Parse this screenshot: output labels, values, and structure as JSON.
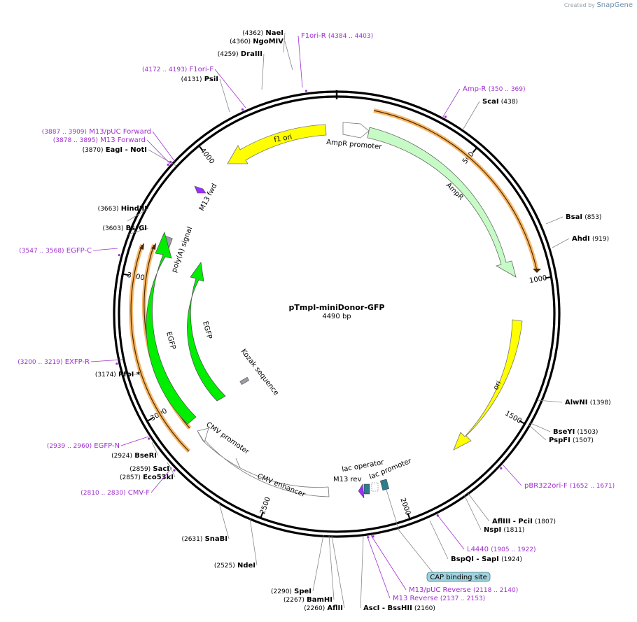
{
  "credit": {
    "prefix": "Created by",
    "brand": "SnapGene"
  },
  "plasmid": {
    "name": "pTmpI-miniDonor-GFP",
    "length_label": "4490 bp",
    "length": 4490
  },
  "colors": {
    "primer": "#a030d0",
    "site_text": "#000000",
    "feature_text": "#000000"
  },
  "ticks": [
    {
      "pos": 500,
      "label": "500"
    },
    {
      "pos": 1000,
      "label": "1000"
    },
    {
      "pos": 1500,
      "label": "1500"
    },
    {
      "pos": 2000,
      "label": "2000"
    },
    {
      "pos": 2500,
      "label": "2500"
    },
    {
      "pos": 3000,
      "label": "3000"
    },
    {
      "pos": 3500,
      "label": "3500"
    },
    {
      "pos": 4000,
      "label": "4000"
    }
  ],
  "sites": [
    {
      "id": "nael",
      "kind": "site",
      "pos": 4375,
      "name": "NaeI",
      "pos_label": "(4362)",
      "order": "pos-first"
    },
    {
      "id": "ngomiv",
      "kind": "site",
      "pos": 4372,
      "name": "NgoMIV",
      "pos_label": "(4360)",
      "order": "pos-first"
    },
    {
      "id": "draiii",
      "kind": "site",
      "pos": 4295,
      "name": "DraIII",
      "pos_label": "(4259)",
      "order": "pos-first"
    },
    {
      "id": "psii",
      "kind": "site",
      "pos": 4165,
      "name": "PsiI",
      "pos_label": "(4131)",
      "order": "pos-first"
    },
    {
      "id": "eagi",
      "kind": "site",
      "pos": 3895,
      "name": "EagI  - NotI",
      "pos_label": "(3870)",
      "order": "pos-first"
    },
    {
      "id": "hindiii",
      "kind": "site",
      "pos": 3690,
      "name": "HindIII",
      "pos_label": "(3663)",
      "order": "pos-first"
    },
    {
      "id": "bsrgi",
      "kind": "site",
      "pos": 3635,
      "name": "BsrGI",
      "pos_label": "(3603)",
      "order": "pos-first"
    },
    {
      "id": "pfoi",
      "kind": "site",
      "pos": 3180,
      "name": "PfoI *",
      "pos_label": "(3174)",
      "order": "pos-first"
    },
    {
      "id": "bseri",
      "kind": "site",
      "pos": 2935,
      "name": "BseRI",
      "pos_label": "(2924)",
      "order": "pos-first"
    },
    {
      "id": "saci",
      "kind": "site",
      "pos": 2865,
      "name": "SacI",
      "pos_label": "(2859)",
      "order": "pos-first"
    },
    {
      "id": "eco53ki",
      "kind": "site",
      "pos": 2860,
      "name": "Eco53kI",
      "pos_label": "(2857)",
      "order": "pos-first"
    },
    {
      "id": "snabi",
      "kind": "site",
      "pos": 2617,
      "name": "SnaBI",
      "pos_label": "(2631)",
      "order": "pos-first"
    },
    {
      "id": "ndei",
      "kind": "site",
      "pos": 2525,
      "name": "NdeI",
      "pos_label": "(2525)",
      "order": "pos-first"
    },
    {
      "id": "spei",
      "kind": "site",
      "pos": 2290,
      "name": "SpeI",
      "pos_label": "(2290)",
      "order": "pos-first"
    },
    {
      "id": "bamhi",
      "kind": "site",
      "pos": 2272,
      "name": "BamHI",
      "pos_label": "(2267)",
      "order": "pos-first"
    },
    {
      "id": "aflii",
      "kind": "site",
      "pos": 2255,
      "name": "AflII",
      "pos_label": "(2260)",
      "order": "pos-first"
    },
    {
      "id": "asci",
      "kind": "site",
      "pos": 2185,
      "name": "AscI  - BssHII",
      "pos_label": "(2160)",
      "order": "name-first"
    },
    {
      "id": "bspqi",
      "kind": "site",
      "pos": 1924,
      "name": "BspQI  - SapI",
      "pos_label": "(1924)",
      "order": "name-first"
    },
    {
      "id": "nspi",
      "kind": "site",
      "pos": 1811,
      "name": "NspI",
      "pos_label": "(1811)",
      "order": "name-first"
    },
    {
      "id": "afliii",
      "kind": "site",
      "pos": 1807,
      "name": "AflIII  - PciI",
      "pos_label": "(1807)",
      "order": "name-first"
    },
    {
      "id": "bseyi",
      "kind": "site",
      "pos": 1503,
      "name": "BseYI",
      "pos_label": "(1503)",
      "order": "name-first"
    },
    {
      "id": "pspfi",
      "kind": "site",
      "pos": 1507,
      "name": "PspFI",
      "pos_label": "(1507)",
      "order": "name-first"
    },
    {
      "id": "alwni",
      "kind": "site",
      "pos": 1398,
      "name": "AlwNI",
      "pos_label": "(1398)",
      "order": "name-first"
    },
    {
      "id": "ahdi",
      "kind": "site",
      "pos": 919,
      "name": "AhdI",
      "pos_label": "(919)",
      "order": "name-first"
    },
    {
      "id": "bsai",
      "kind": "site",
      "pos": 853,
      "name": "BsaI",
      "pos_label": "(853)",
      "order": "name-first"
    },
    {
      "id": "scai",
      "kind": "site",
      "pos": 438,
      "name": "ScaI",
      "pos_label": "(438)",
      "order": "name-first"
    }
  ],
  "primers": [
    {
      "id": "f1ori-r",
      "pos": 4393,
      "name": "F1ori-R",
      "range": "(4384 .. 4403)",
      "order": "name-first"
    },
    {
      "id": "f1ori-f",
      "pos": 4182,
      "name": "F1ori-F",
      "range": "(4172 .. 4193)",
      "order": "pos-first"
    },
    {
      "id": "m13puc-fwd",
      "pos": 3898,
      "name": "M13/pUC Forward",
      "range": "(3887 .. 3909)",
      "order": "pos-first"
    },
    {
      "id": "m13-fwd",
      "pos": 3886,
      "name": "M13 Forward",
      "range": "(3878 .. 3895)",
      "order": "pos-first"
    },
    {
      "id": "egfp-c",
      "pos": 3557,
      "name": "EGFP-C",
      "range": "(3547 .. 3568)",
      "order": "pos-first"
    },
    {
      "id": "exfp-r",
      "pos": 3209,
      "name": "EXFP-R",
      "range": "(3200 .. 3219)",
      "order": "pos-first"
    },
    {
      "id": "egfp-n",
      "pos": 2949,
      "name": "EGFP-N",
      "range": "(2939 .. 2960)",
      "order": "pos-first"
    },
    {
      "id": "cmv-f",
      "pos": 2820,
      "name": "CMV-F",
      "range": "(2810 .. 2830)",
      "order": "pos-first"
    },
    {
      "id": "m13puc-rev",
      "pos": 2129,
      "name": "M13/pUC Reverse",
      "range": "(2118 .. 2140)",
      "order": "name-first"
    },
    {
      "id": "m13-rev",
      "pos": 2145,
      "name": "M13 Reverse",
      "range": "(2137 .. 2153)",
      "order": "name-first"
    },
    {
      "id": "l4440",
      "pos": 1913,
      "name": "L4440",
      "range": "(1905 .. 1922)",
      "order": "name-first"
    },
    {
      "id": "pbr322ori-f",
      "pos": 1661,
      "name": "pBR322ori-F",
      "range": "(1652 .. 1671)",
      "order": "name-first"
    },
    {
      "id": "amp-r",
      "pos": 360,
      "name": "Amp-R",
      "range": "(350 .. 369)",
      "order": "name-first"
    }
  ],
  "features": [
    {
      "id": "f1-ori",
      "label": "f1 ori"
    },
    {
      "id": "ampr-promoter",
      "label": "AmpR promoter"
    },
    {
      "id": "ampr",
      "label": "AmpR"
    },
    {
      "id": "ori",
      "label": "ori"
    },
    {
      "id": "m13-fwd-feature",
      "label": "M13 fwd"
    },
    {
      "id": "polya-signal",
      "label": "poly(A) signal"
    },
    {
      "id": "egfp-inner",
      "label": "EGFP"
    },
    {
      "id": "egfp-outer",
      "label": "EGFP"
    },
    {
      "id": "kozak",
      "label": "Kozak sequence"
    },
    {
      "id": "cmv-promoter",
      "label": "CMV promoter"
    },
    {
      "id": "cmv-enhancer",
      "label": "CMV enhancer"
    },
    {
      "id": "lac-operator",
      "label": "lac operator"
    },
    {
      "id": "m13-rev-feature",
      "label": "M13 rev"
    },
    {
      "id": "lac-promoter",
      "label": "lac promoter"
    },
    {
      "id": "cap-site",
      "label": "CAP binding site"
    }
  ]
}
